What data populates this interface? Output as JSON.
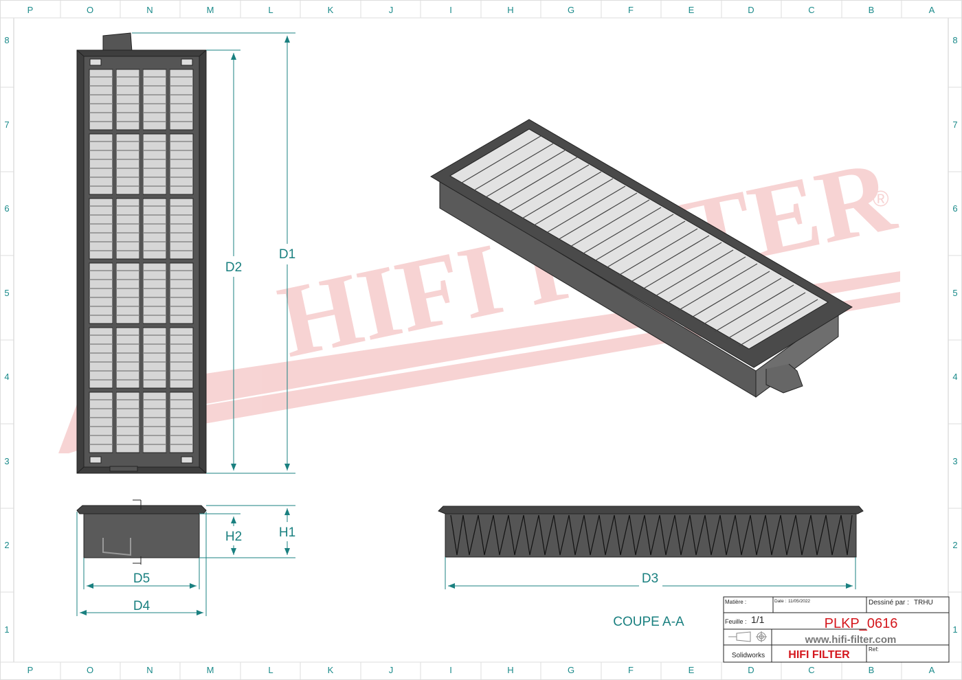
{
  "sheet": {
    "column_letters": [
      "P",
      "O",
      "N",
      "M",
      "L",
      "K",
      "J",
      "I",
      "H",
      "G",
      "F",
      "E",
      "D",
      "C",
      "B",
      "A"
    ],
    "row_numbers": [
      "8",
      "7",
      "6",
      "5",
      "4",
      "3",
      "2",
      "1"
    ],
    "watermark": {
      "text": "HIFI FILTER",
      "registered_mark": "®",
      "color": "#f4c4c4"
    }
  },
  "dimensions": {
    "d1": "D1",
    "d2": "D2",
    "d3": "D3",
    "d4": "D4",
    "d5": "D5",
    "h1": "H1",
    "h2": "H2"
  },
  "views": {
    "front": {
      "label": "front-view"
    },
    "iso": {
      "label": "isometric-view"
    },
    "side": {
      "label": "side-view",
      "section_mark": "A"
    },
    "section": {
      "label": "COUPE A-A"
    }
  },
  "title_block": {
    "material_label": "Matière :",
    "material_value": "",
    "date_label": "Date :",
    "date_value": "11/05/2022",
    "drawn_by_label": "Dessiné par :",
    "drawn_by_value": "TRHU",
    "sheet_label": "Feuille :",
    "sheet_value": "1/1",
    "part_number": "PLKP_0616",
    "website": "www.hifi-filter.com",
    "software": "Solidworks",
    "brand": "HIFI FILTER",
    "ref_label": "Ref:",
    "ref_value": "",
    "projection_icon": "first-angle-projection-icon"
  },
  "colors": {
    "accent": "#1a8080",
    "part_red": "#d4161c",
    "frame_dark": "#3c3c3c",
    "frame_mid": "#5a5a5a",
    "media_light": "#d8d8d8"
  }
}
